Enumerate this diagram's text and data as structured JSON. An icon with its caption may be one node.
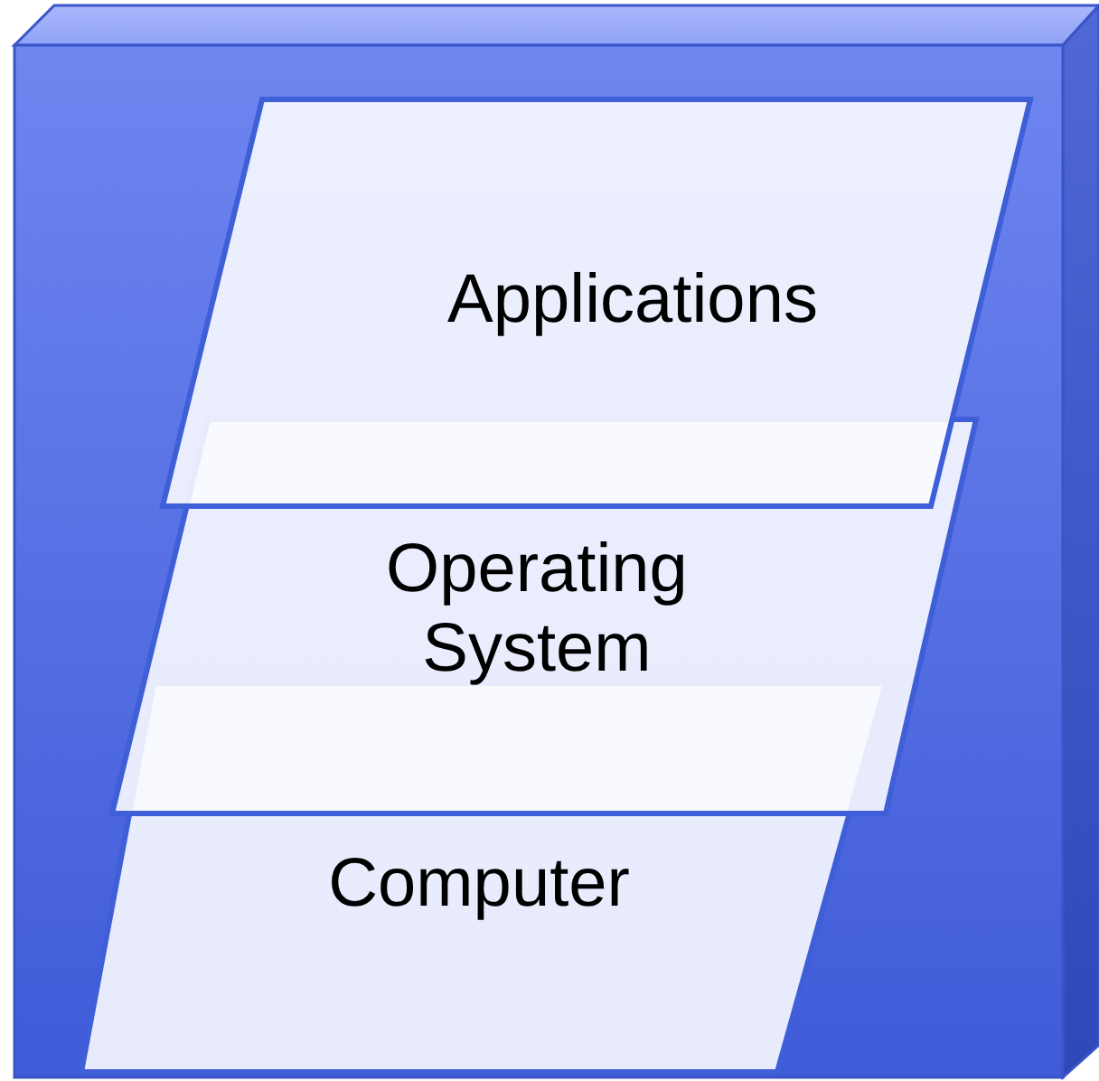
{
  "diagram": {
    "nodes": [
      {
        "text": [],
        "shape": "box"
      },
      {
        "text": [
          "Applications"
        ],
        "in": 0
      },
      {
        "text": [
          "Operating System"
        ],
        "in": 0
      },
      {
        "text": [
          "Computer"
        ],
        "in": 0
      }
    ],
    "edges": []
  }
}
